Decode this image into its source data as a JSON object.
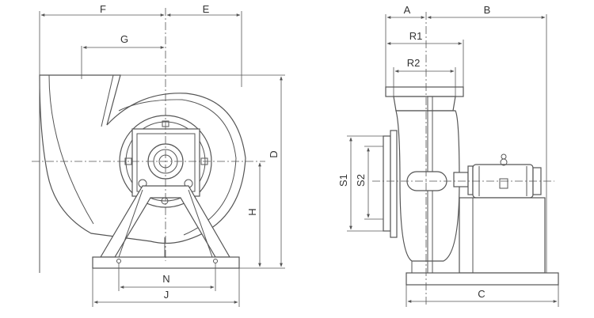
{
  "labels": {
    "F": "F",
    "E": "E",
    "G": "G",
    "D": "D",
    "H": "H",
    "N": "N",
    "J": "J",
    "A": "A",
    "B": "B",
    "R1": "R1",
    "R2": "R2",
    "S1": "S1",
    "S2": "S2",
    "C": "C"
  },
  "colors": {
    "line": "#555555",
    "text": "#333333",
    "background": "#ffffff"
  }
}
